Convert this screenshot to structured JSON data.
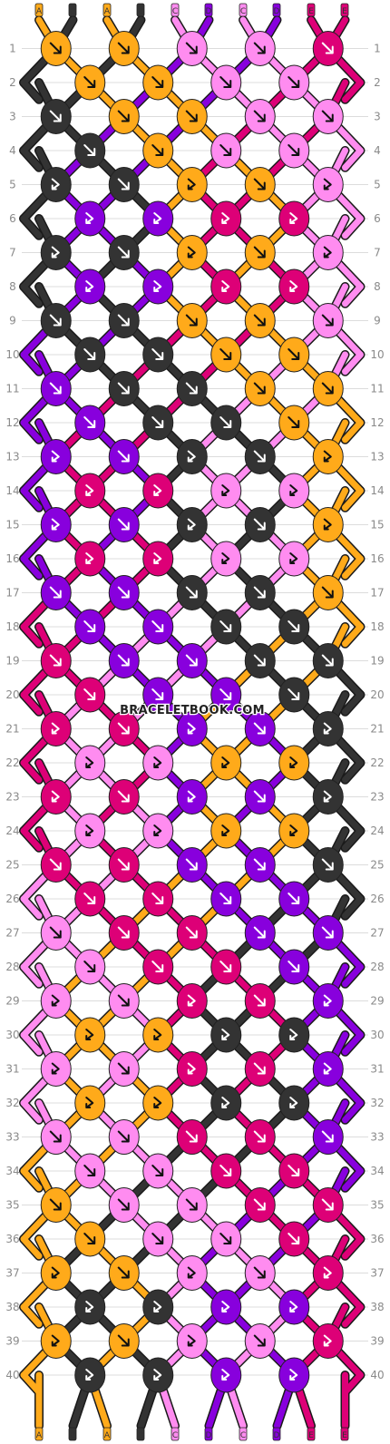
{
  "watermark": "BRACELETBOOK.COM",
  "colors": {
    "A": "#ffaa1a",
    "B": "#333333",
    "C": "#ff8cf0",
    "D": "#8800dd",
    "E": "#dd0077"
  },
  "top_strands": [
    "A",
    "B",
    "A",
    "B",
    "C",
    "D",
    "C",
    "D",
    "E",
    "E"
  ],
  "bottom_strands": [
    "A",
    "B",
    "A",
    "B",
    "C",
    "D",
    "C",
    "D",
    "E",
    "E"
  ],
  "row_numbers": [
    "1",
    "2",
    "3",
    "4",
    "5",
    "6",
    "7",
    "8",
    "9",
    "10",
    "11",
    "12",
    "13",
    "14",
    "15",
    "16",
    "17",
    "18",
    "19",
    "20",
    "21",
    "22",
    "23",
    "24",
    "25",
    "26",
    "27",
    "28",
    "29",
    "30",
    "31",
    "32",
    "33",
    "34",
    "35",
    "36",
    "37",
    "38",
    "39",
    "40"
  ],
  "knot_colors": [
    [
      "A",
      "A",
      "C",
      "C",
      "E"
    ],
    [
      "A",
      "A",
      "C",
      "C"
    ],
    [
      "B",
      "A",
      "A",
      "C",
      "C"
    ],
    [
      "B",
      "A",
      "C",
      "C"
    ],
    [
      "B",
      "B",
      "A",
      "A",
      "C"
    ],
    [
      "D",
      "D",
      "E",
      "E"
    ],
    [
      "B",
      "B",
      "A",
      "A",
      "C"
    ],
    [
      "D",
      "D",
      "E",
      "E"
    ],
    [
      "B",
      "B",
      "A",
      "A",
      "C"
    ],
    [
      "B",
      "B",
      "A",
      "A"
    ],
    [
      "D",
      "B",
      "B",
      "A",
      "A"
    ],
    [
      "D",
      "B",
      "B",
      "A"
    ],
    [
      "D",
      "D",
      "B",
      "B",
      "A"
    ],
    [
      "E",
      "E",
      "C",
      "C"
    ],
    [
      "D",
      "D",
      "B",
      "B",
      "A"
    ],
    [
      "E",
      "E",
      "C",
      "C"
    ],
    [
      "D",
      "D",
      "B",
      "B",
      "A"
    ],
    [
      "D",
      "D",
      "B",
      "B"
    ],
    [
      "E",
      "D",
      "D",
      "B",
      "B"
    ],
    [
      "E",
      "D",
      "D",
      "B"
    ],
    [
      "E",
      "E",
      "D",
      "D",
      "B"
    ],
    [
      "C",
      "C",
      "A",
      "A"
    ],
    [
      "E",
      "E",
      "D",
      "D",
      "B"
    ],
    [
      "C",
      "C",
      "A",
      "A"
    ],
    [
      "E",
      "E",
      "D",
      "D",
      "B"
    ],
    [
      "E",
      "E",
      "D",
      "D"
    ],
    [
      "C",
      "E",
      "E",
      "D",
      "D"
    ],
    [
      "C",
      "E",
      "E",
      "D"
    ],
    [
      "C",
      "C",
      "E",
      "E",
      "D"
    ],
    [
      "A",
      "A",
      "B",
      "B"
    ],
    [
      "C",
      "C",
      "E",
      "E",
      "D"
    ],
    [
      "A",
      "A",
      "B",
      "B"
    ],
    [
      "C",
      "C",
      "E",
      "E",
      "D"
    ],
    [
      "C",
      "C",
      "E",
      "E"
    ],
    [
      "A",
      "C",
      "C",
      "E",
      "E"
    ],
    [
      "A",
      "C",
      "C",
      "E"
    ],
    [
      "A",
      "A",
      "C",
      "C",
      "E"
    ],
    [
      "B",
      "B",
      "D",
      "D"
    ],
    [
      "A",
      "A",
      "C",
      "C",
      "E"
    ],
    [
      "B",
      "B",
      "D",
      "D"
    ]
  ],
  "knot_types": [
    [
      "f",
      "f",
      "f",
      "f",
      "f"
    ],
    [
      "f",
      "f",
      "f",
      "f"
    ],
    [
      "f",
      "f",
      "f",
      "f",
      "f"
    ],
    [
      "f",
      "f",
      "f",
      "f"
    ],
    [
      "fb",
      "f",
      "fb",
      "f",
      "fb"
    ],
    [
      "fb",
      "fb",
      "fb",
      "fb"
    ],
    [
      "fb",
      "f",
      "fb",
      "f",
      "fb"
    ],
    [
      "fb",
      "fb",
      "fb",
      "fb"
    ],
    [
      "f",
      "f",
      "f",
      "f",
      "f"
    ],
    [
      "f",
      "f",
      "f",
      "f"
    ],
    [
      "f",
      "f",
      "f",
      "f",
      "f"
    ],
    [
      "f",
      "f",
      "f",
      "f"
    ],
    [
      "fb",
      "f",
      "fb",
      "f",
      "fb"
    ],
    [
      "fb",
      "fb",
      "fb",
      "fb"
    ],
    [
      "fb",
      "f",
      "fb",
      "f",
      "fb"
    ],
    [
      "fb",
      "fb",
      "fb",
      "fb"
    ],
    [
      "f",
      "f",
      "f",
      "f",
      "f"
    ],
    [
      "f",
      "f",
      "f",
      "f"
    ],
    [
      "f",
      "f",
      "f",
      "f",
      "f"
    ],
    [
      "f",
      "f",
      "f",
      "f"
    ],
    [
      "fb",
      "f",
      "fb",
      "f",
      "fb"
    ],
    [
      "fb",
      "fb",
      "fb",
      "fb"
    ],
    [
      "fb",
      "f",
      "fb",
      "f",
      "fb"
    ],
    [
      "fb",
      "fb",
      "fb",
      "fb"
    ],
    [
      "f",
      "f",
      "f",
      "f",
      "f"
    ],
    [
      "f",
      "f",
      "f",
      "f"
    ],
    [
      "f",
      "f",
      "f",
      "f",
      "f"
    ],
    [
      "f",
      "f",
      "f",
      "f"
    ],
    [
      "fb",
      "f",
      "fb",
      "f",
      "fb"
    ],
    [
      "fb",
      "fb",
      "fb",
      "fb"
    ],
    [
      "fb",
      "f",
      "fb",
      "f",
      "fb"
    ],
    [
      "fb",
      "fb",
      "fb",
      "fb"
    ],
    [
      "f",
      "f",
      "f",
      "f",
      "f"
    ],
    [
      "f",
      "f",
      "f",
      "f"
    ],
    [
      "f",
      "f",
      "f",
      "f",
      "f"
    ],
    [
      "f",
      "f",
      "f",
      "f"
    ],
    [
      "fb",
      "f",
      "fb",
      "f",
      "fb"
    ],
    [
      "fb",
      "fb",
      "fb",
      "fb"
    ],
    [
      "fb",
      "f",
      "fb",
      "f",
      "fb"
    ],
    [
      "fb",
      "fb",
      "fb",
      "fb"
    ]
  ]
}
